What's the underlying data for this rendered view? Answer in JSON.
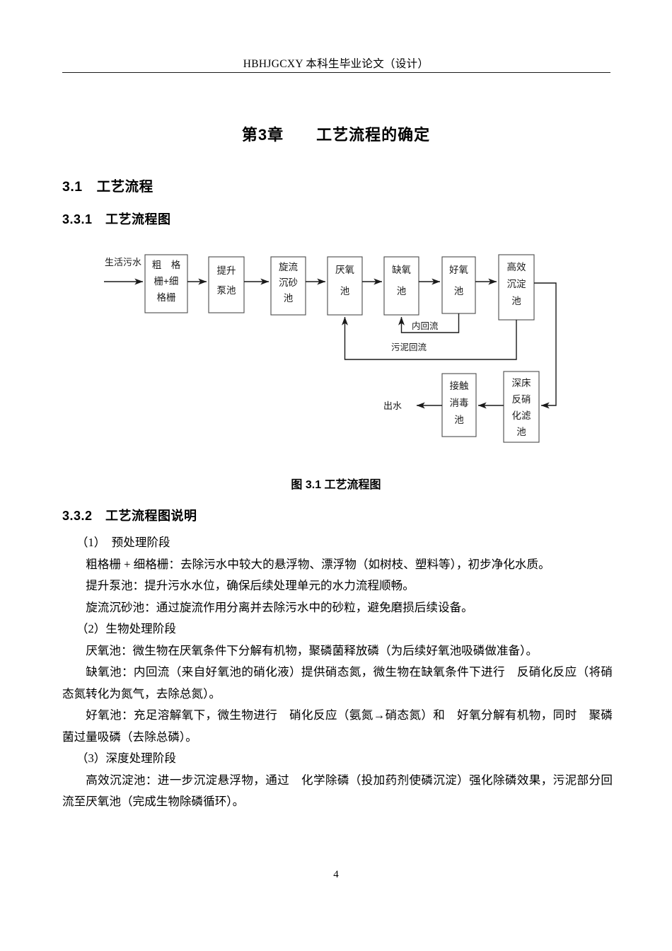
{
  "header": {
    "running_head": "HBHJGCXY 本科生毕业论文（设计）"
  },
  "chapter": {
    "title": "第3章　　工艺流程的确定"
  },
  "sections": {
    "s31": "3.1　工艺流程",
    "s331": "3.3.1　工艺流程图",
    "s332": "3.3.2　工艺流程图说明"
  },
  "figure": {
    "caption": "图 3.1 工艺流程图",
    "inlet_label": "生活污水",
    "outlet_label": "出水",
    "internal_recycle_label": "内回流",
    "sludge_return_label": "污泥回流",
    "boxes": {
      "screen": [
        "粗　格",
        "栅+细",
        "格栅"
      ],
      "pump": [
        "提升",
        "泵池"
      ],
      "grit": [
        "旋流",
        "沉砂",
        "池"
      ],
      "anaerobic": [
        "厌氧",
        "池"
      ],
      "anoxic": [
        "缺氧",
        "池"
      ],
      "aerobic": [
        "好氧",
        "池"
      ],
      "clarifier": [
        "高效",
        "沉淀",
        "池"
      ],
      "disinfection": [
        "接触",
        "消毒",
        "池"
      ],
      "denitrifilter": [
        "深床",
        "反硝",
        "化滤",
        "池"
      ]
    }
  },
  "body": {
    "p1": "（1）　预处理阶段",
    "p2": "粗格栅 + 细格栅：去除污水中较大的悬浮物、漂浮物（如树枝、塑料等），初步净化水质。",
    "p3": "提升泵池：提升污水水位，确保后续处理单元的水力流程顺畅。",
    "p4": "旋流沉砂池：通过旋流作用分离并去除污水中的砂粒，避免磨损后续设备。",
    "p5": "（2）生物处理阶段",
    "p6": "厌氧池：微生物在厌氧条件下分解有机物，聚磷菌释放磷（为后续好氧池吸磷做准备）。",
    "p7": "缺氧池：内回流（来自好氧池的硝化液）提供硝态氮，微生物在缺氧条件下进行　反硝化反应（将硝态氮转化为氮气，去除总氮）。",
    "p8": "好氧池：充足溶解氧下，微生物进行　硝化反应（氨氮→硝态氮）和　好氧分解有机物，同时　聚磷菌过量吸磷（去除总磷）。",
    "p9": "（3）深度处理阶段",
    "p10": "高效沉淀池：进一步沉淀悬浮物，通过　化学除磷（投加药剂使磷沉淀）强化除磷效果，污泥部分回流至厌氧池（完成生物除磷循环）。"
  },
  "footer": {
    "page_number": "4"
  }
}
